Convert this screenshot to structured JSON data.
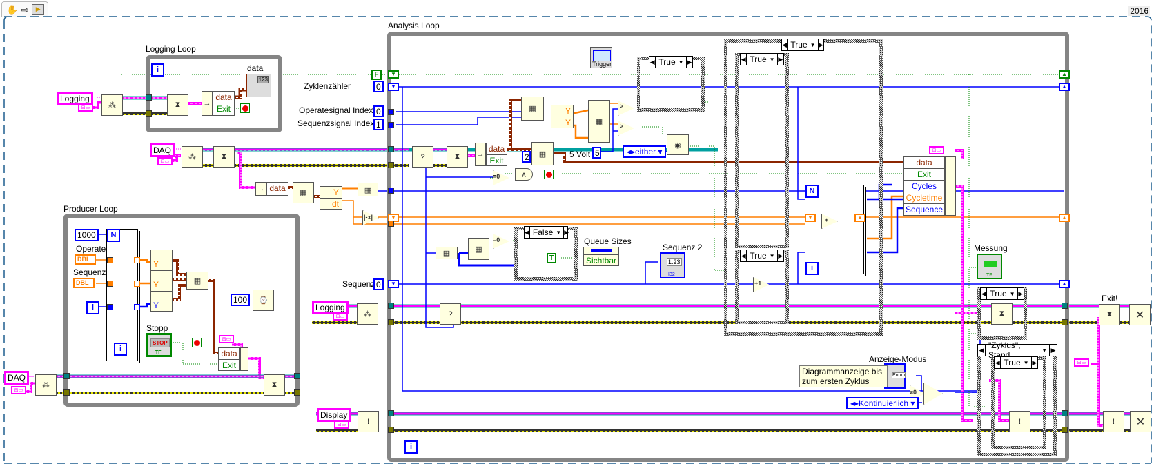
{
  "toolbar": {
    "icons": [
      "hand-grab-icon",
      "arrow-right-icon",
      "run-vi-icon"
    ],
    "version": "2016"
  },
  "colors": {
    "queue_refnum": "#ff00ff",
    "error_cluster": "#999900",
    "integer": "#0000ff",
    "double": "#ff7f00",
    "boolean": "#008000",
    "waveform": "#8b2500",
    "loop_border": "#858585"
  },
  "logging_loop": {
    "title": "Logging Loop",
    "queue_name": "Logging",
    "unbundle_fields": [
      "data",
      "Exit"
    ],
    "indicator_label": "data",
    "indicator_glyph": "123",
    "iteration_label": "i"
  },
  "daq_top": {
    "queue_name": "DAQ",
    "unbundle_fields": [
      "data"
    ],
    "waveform_outputs": [
      "Y",
      "dt"
    ]
  },
  "producer_loop": {
    "title": "Producer Loop",
    "for_count": "1000",
    "for_n_label": "N",
    "for_i_label": "i",
    "controls": [
      {
        "label": "Operate",
        "type": "DBL"
      },
      {
        "label": "Sequenz",
        "type": "DBL"
      }
    ],
    "waveform_components": [
      "Y",
      "Y",
      "Y"
    ],
    "stop_label": "Stopp",
    "stop_glyph": "STOP",
    "stop_type": "TF",
    "wait_ms": "100",
    "bundle_fields": [
      "data",
      "Exit"
    ],
    "queue_name": "DAQ",
    "iteration_label": "i"
  },
  "analysis_loop": {
    "title": "Analysis Loop",
    "shift_registers": {
      "bool_init": "F",
      "zyklen_label": "Zyklenzähler",
      "zyklen_value": "0",
      "sequenz_label": "Sequenz",
      "sequenz_value": "0"
    },
    "constants": {
      "operate_index_label": "Operatesignal Index",
      "operate_index_value": "0",
      "sequenz_index_label": "Sequenzsignal Index",
      "sequenz_index_value": "1",
      "subset_count": "2",
      "volt_label": "5 Volt",
      "volt_value": "5"
    },
    "trigger_express_label": "Trigger",
    "edge_enum": "either",
    "unbundle_fields": [
      "data",
      "Exit"
    ],
    "case_structures": [
      {
        "selector": "True"
      },
      {
        "selector": "True"
      },
      {
        "selector": "True"
      },
      {
        "selector": "True"
      },
      {
        "selector": "False"
      },
      {
        "selector": "True"
      },
      {
        "selector": "\"Zyklus\", Stand"
      },
      {
        "selector": "True"
      }
    ],
    "queue_sizes_label": "Queue Sizes",
    "queue_sizes_property": "Sichtbar",
    "true_constant": "T",
    "sequenz2_label": "Sequenz 2",
    "sequenz2_glyph": "1.23",
    "sequenz2_type": "I32",
    "inner_for": {
      "n_label": "N",
      "i_label": "i"
    },
    "bundle_fields": [
      "data",
      "Exit",
      "Cycles",
      "Cycletime",
      "Sequence"
    ],
    "messung_label": "Messung",
    "messung_type": "TF",
    "anzeige_label": "Anzeige-Modus",
    "anzeige_glyph": "Enum",
    "comment": "Diagrammanzeige bis zum ersten Zyklus",
    "mode_enum": "Kontinuierlich",
    "logging_queue": "Logging",
    "display_queue": "Display",
    "exit_label": "Exit!",
    "iteration_label": "i",
    "not_equal_zero": "≠0",
    "equal_zero": "=0",
    "increment": "+1",
    "add": "+",
    "gt": ">",
    "and": "∧",
    "abs": "|-x|"
  }
}
